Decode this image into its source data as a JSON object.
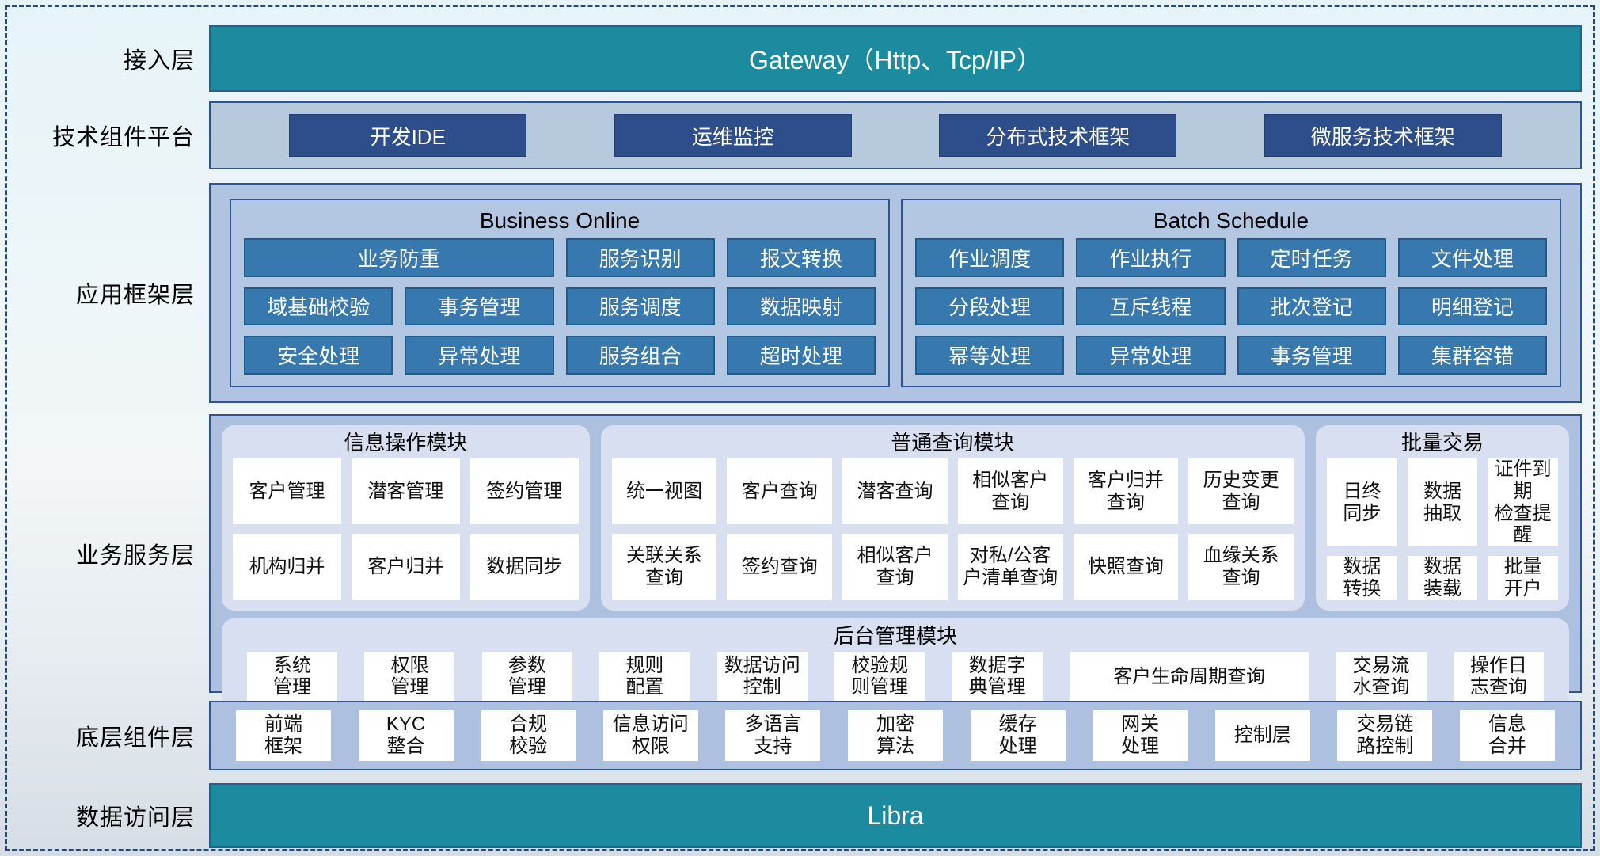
{
  "colors": {
    "teal": "#1D8B9F",
    "navy_button": "#2E4D8B",
    "steel_button": "#3779AE",
    "container_fill": "#ADC0DF",
    "panel_fill": "#D7DFF1",
    "border_navy": "#2F5496"
  },
  "labels": {
    "access": "接入层",
    "tech": "技术组件平台",
    "app": "应用框架层",
    "service": "业务服务层",
    "base": "底层组件层",
    "data": "数据访问层"
  },
  "gateway": {
    "title": "Gateway（Http、Tcp/IP）"
  },
  "tech_items": [
    "开发IDE",
    "运维监控",
    "分布式技术框架",
    "微服务技术框架"
  ],
  "business_online": {
    "title": "Business Online",
    "row1": [
      "业务防重",
      "服务识别",
      "报文转换"
    ],
    "row2": [
      "域基础校验",
      "事务管理",
      "服务调度",
      "数据映射"
    ],
    "row3": [
      "安全处理",
      "异常处理",
      "服务组合",
      "超时处理"
    ]
  },
  "batch_schedule": {
    "title": "Batch Schedule",
    "row1": [
      "作业调度",
      "作业执行",
      "定时任务",
      "文件处理"
    ],
    "row2": [
      "分段处理",
      "互斥线程",
      "批次登记",
      "明细登记"
    ],
    "row3": [
      "幂等处理",
      "异常处理",
      "事务管理",
      "集群容错"
    ]
  },
  "info_module": {
    "title": "信息操作模块",
    "row1": [
      "客户管理",
      "潜客管理",
      "签约管理"
    ],
    "row2": [
      "机构归并",
      "客户归并",
      "数据同步"
    ]
  },
  "query_module": {
    "title": "普通查询模块",
    "row1": [
      "统一视图",
      "客户查询",
      "潜客查询",
      "相似客户\n查询",
      "客户归并\n查询",
      "历史变更\n查询"
    ],
    "row2": [
      "关联关系\n查询",
      "签约查询",
      "相似客户\n查询",
      "对私/公客\n户清单查询",
      "快照查询",
      "血缘关系\n查询"
    ]
  },
  "batch_trade": {
    "title": "批量交易",
    "row1": [
      "日终\n同步",
      "数据\n抽取",
      "证件到期\n检查提醒"
    ],
    "row2": [
      "数据\n转换",
      "数据\n装载",
      "批量\n开户"
    ]
  },
  "admin_module": {
    "title": "后台管理模块",
    "items": [
      "系统\n管理",
      "权限\n管理",
      "参数\n管理",
      "规则\n配置",
      "数据访问\n控制",
      "校验规\n则管理",
      "数据字\n典管理",
      "客户生命周期查询",
      "交易流\n水查询",
      "操作日\n志查询"
    ]
  },
  "base_items": [
    "前端\n框架",
    "KYC\n整合",
    "合规\n校验",
    "信息访问\n权限",
    "多语言\n支持",
    "加密\n算法",
    "缓存\n处理",
    "网关\n处理",
    "控制层",
    "交易链\n路控制",
    "信息\n合并"
  ],
  "libra": {
    "title": "Libra"
  }
}
